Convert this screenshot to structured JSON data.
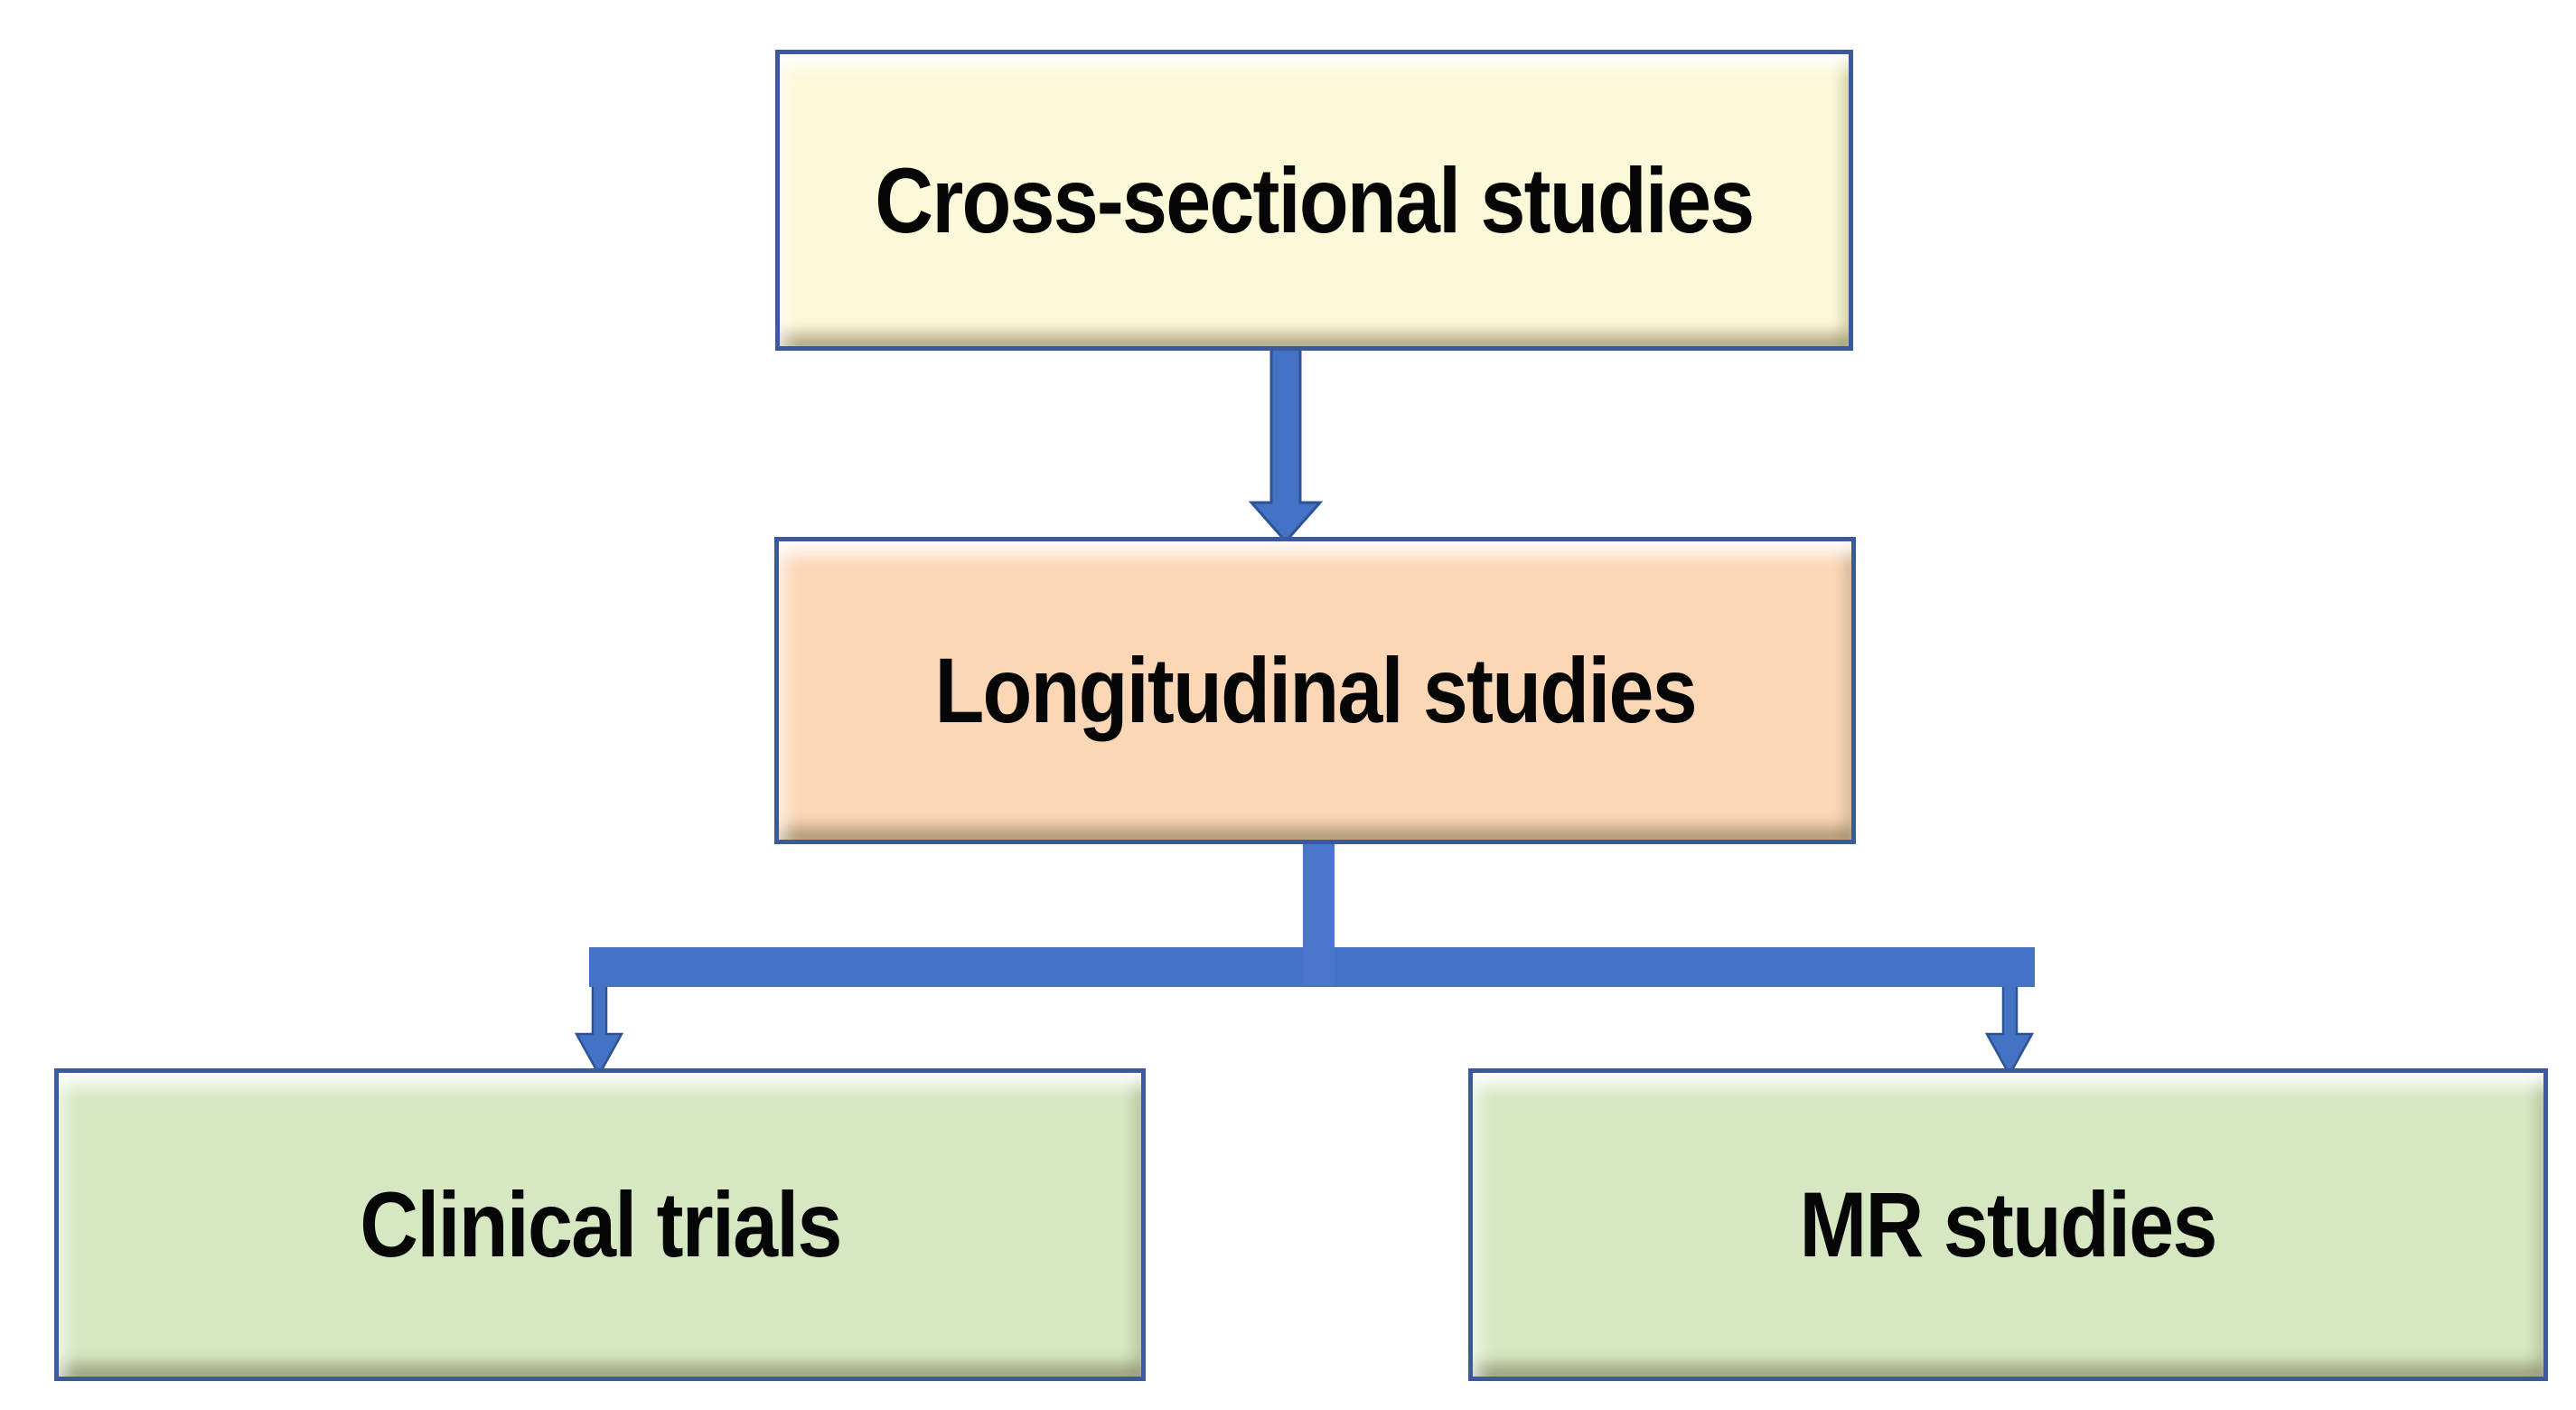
{
  "diagram": {
    "type": "flowchart",
    "background_color": "#ffffff",
    "node_border_color": "#3a5a9d",
    "arrow_fill_color": "#4472c4",
    "arrow_outline_color": "#2e5395",
    "text_color": "#060606",
    "nodes": [
      {
        "id": "cross-sectional-studies",
        "label": "Cross-sectional studies",
        "fill": "#fcf9d8",
        "level": 1
      },
      {
        "id": "longitudinal-studies",
        "label": "Longitudinal studies",
        "fill": "#fbd7b6",
        "level": 2
      },
      {
        "id": "clinical-trials",
        "label": "Clinical trials",
        "fill": "#d5e8c2",
        "level": 3
      },
      {
        "id": "mr-studies",
        "label": "MR studies",
        "fill": "#d5e8c2",
        "level": 3
      }
    ],
    "edges": [
      {
        "from": "cross-sectional-studies",
        "to": "longitudinal-studies"
      },
      {
        "from": "longitudinal-studies",
        "to": "clinical-trials"
      },
      {
        "from": "longitudinal-studies",
        "to": "mr-studies"
      }
    ]
  }
}
